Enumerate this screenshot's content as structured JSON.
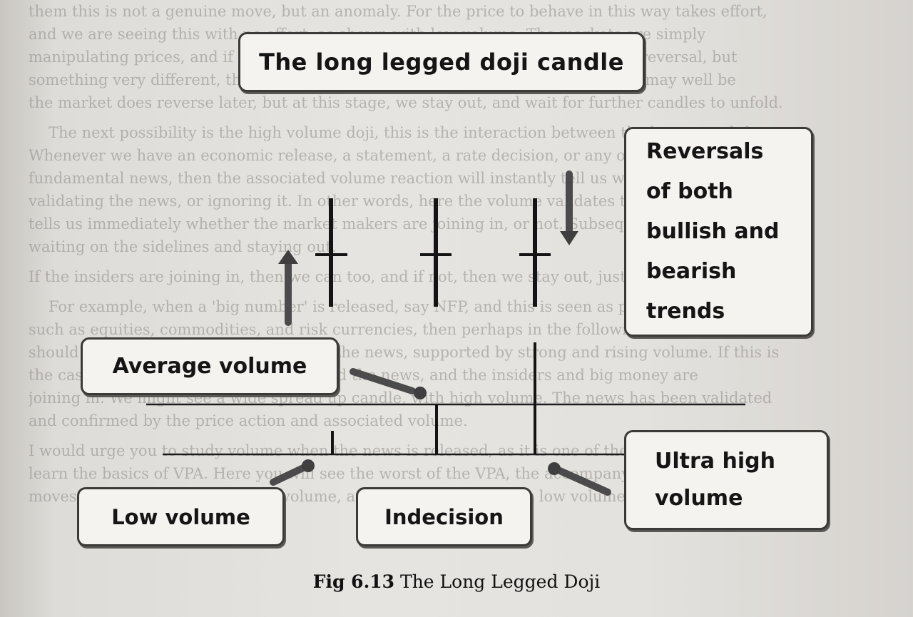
{
  "background_text": [
    {
      "lines": [
        "them this is not a genuine move, but an anomaly. For the price to behave in this way takes effort,",
        "and we are seeing this with no effort, as shown with low volume. The markets are simply",
        "manipulating prices, and if this is the case, we may well be about to see a trend reversal, but",
        "something very different, this is just a hesitation, a pause, at a key price level. It may well be",
        "the market does reverse later, but at this stage, we stay out, and wait for further candles to unfold."
      ],
      "indent": false
    },
    {
      "lines": [
        "The next possibility is the high volume doji, this is the interaction between the buyers and the news.",
        "Whenever we have an economic release, a statement, a rate decision, or any other item of",
        "fundamental news, then the associated volume reaction will instantly tell us whether the market is",
        "validating the news, or ignoring it. In other words, here the volume validates the news release, and",
        "tells us immediately whether the market makers are joining in, or not. Subsequent price action or",
        "waiting on the sidelines and staying out."
      ],
      "indent": true
    },
    {
      "lines": [
        "If the insiders are joining in, then we can too, and if not, then we stay out, just like them."
      ],
      "indent": false
    },
    {
      "lines": [
        "For example, when a 'big number' is released, say NFP, and this is seen as positive for risk assets",
        "such as equities, commodities, and risk currencies, then perhaps in the following sessions then we",
        "should see these assets rise strongly on the news, supported by strong and rising volume. If this is",
        "the case, then the markets have validated the news, and the insiders and big money are",
        "joining in. We might see a wide spread up candle, with high volume. The news has been validated",
        "and confirmed by the price action and associated volume."
      ],
      "indent": true
    },
    {
      "lines": [
        "I would urge you to study volume when the news is released, as it is one of the quickest ways to",
        "learn the basics of VPA. Here you will see the worst of the VPA, the accompanying large price",
        "moves, large price moves on low volume, and even moves, such as low volume on a long legged"
      ],
      "indent": false
    }
  ],
  "callouts": {
    "title": "The long legged doji candle",
    "reversals": [
      "Reversals",
      "of both",
      "bullish and",
      "bearish",
      "trends"
    ],
    "average_volume": "Average volume",
    "ultra_high_volume": [
      "Ultra high",
      "volume"
    ],
    "low_volume": "Low volume",
    "indecision": "Indecision"
  },
  "caption": {
    "label": "Fig 6.13",
    "text": "The Long Legged Doji"
  }
}
